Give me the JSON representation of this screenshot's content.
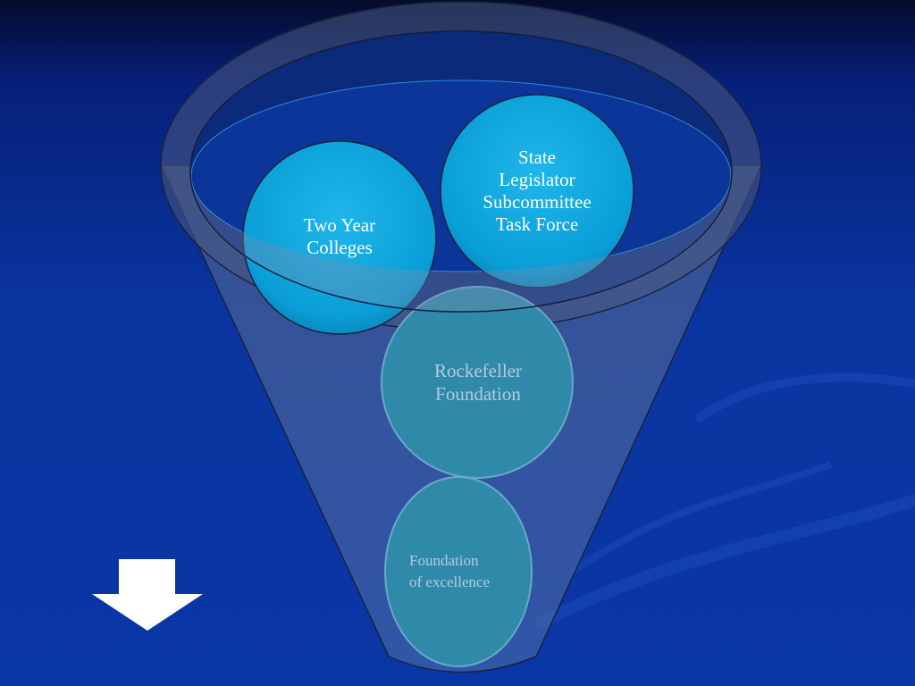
{
  "slide": {
    "background_colors": [
      "#030c2a",
      "#06207a",
      "#0a37a6"
    ],
    "funnel_color": "#3a5a9a",
    "circle_color": "#0b9fd6",
    "muted_circle_color": "#2e8aa8",
    "arrow_color": "#ffffff"
  },
  "diagram": {
    "circles": [
      {
        "id": "two-year",
        "label": "Two Year\nColleges"
      },
      {
        "id": "state",
        "label": "State\nLegislator\nSubcommittee\nTask Force"
      },
      {
        "id": "rockefeller",
        "label": "Rockefeller\nFoundation"
      },
      {
        "id": "foundation",
        "label": "Foundation\nof excellence"
      }
    ],
    "arrow_icon": "down-arrow-icon"
  }
}
